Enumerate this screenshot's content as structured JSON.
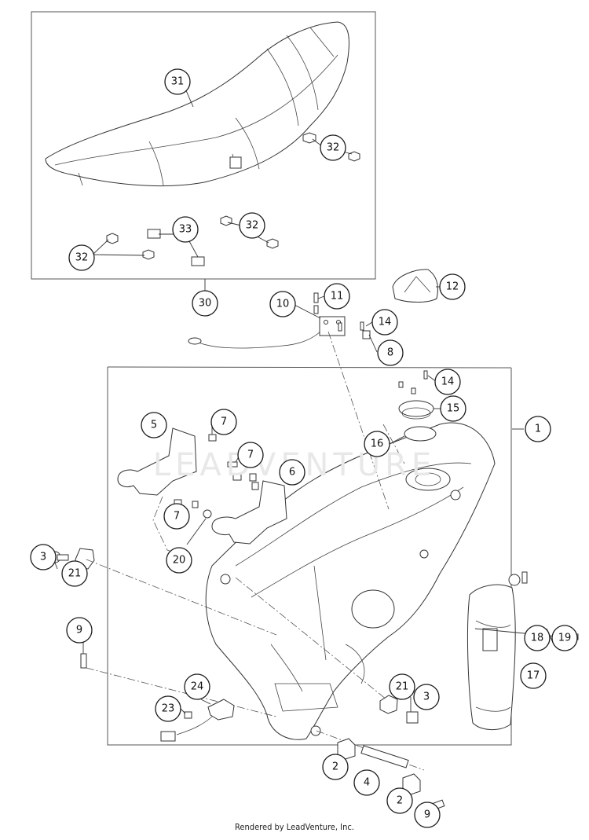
{
  "diagram": {
    "watermark": "LEADVENTURE",
    "footer": "Rendered by LeadVenture, Inc."
  },
  "callouts": [
    "31",
    "32",
    "32",
    "33",
    "32",
    "30",
    "12",
    "11",
    "10",
    "14",
    "8",
    "14",
    "15",
    "16",
    "1",
    "5",
    "7",
    "7",
    "6",
    "7",
    "20",
    "3",
    "21",
    "9",
    "21",
    "3",
    "24",
    "23",
    "18",
    "19",
    "17",
    "2",
    "4",
    "2",
    "9"
  ]
}
